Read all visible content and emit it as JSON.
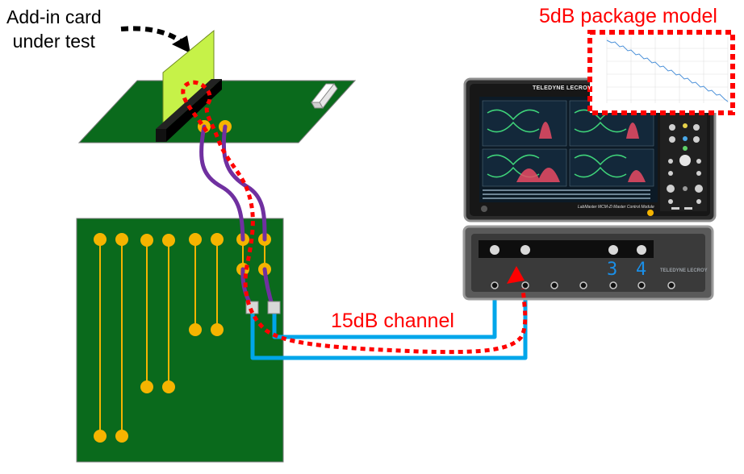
{
  "labels": {
    "card_line1": "Add-in card",
    "card_line2": "under test",
    "package_model": "5dB package model",
    "channel": "15dB channel"
  },
  "oscilloscope": {
    "brand": "TELEDYNE LECROY",
    "model_text": "LabMaster MCM-Zi Master Control Module",
    "channel_3": "3",
    "channel_4": "4"
  },
  "colors": {
    "pcb_green": "#0a6a1c",
    "card_yellow": "#c6f248",
    "pad_orange": "#f5b400",
    "cable_purple": "#7030a0",
    "cable_blue": "#00a6ea",
    "path_red": "#ff0000"
  }
}
